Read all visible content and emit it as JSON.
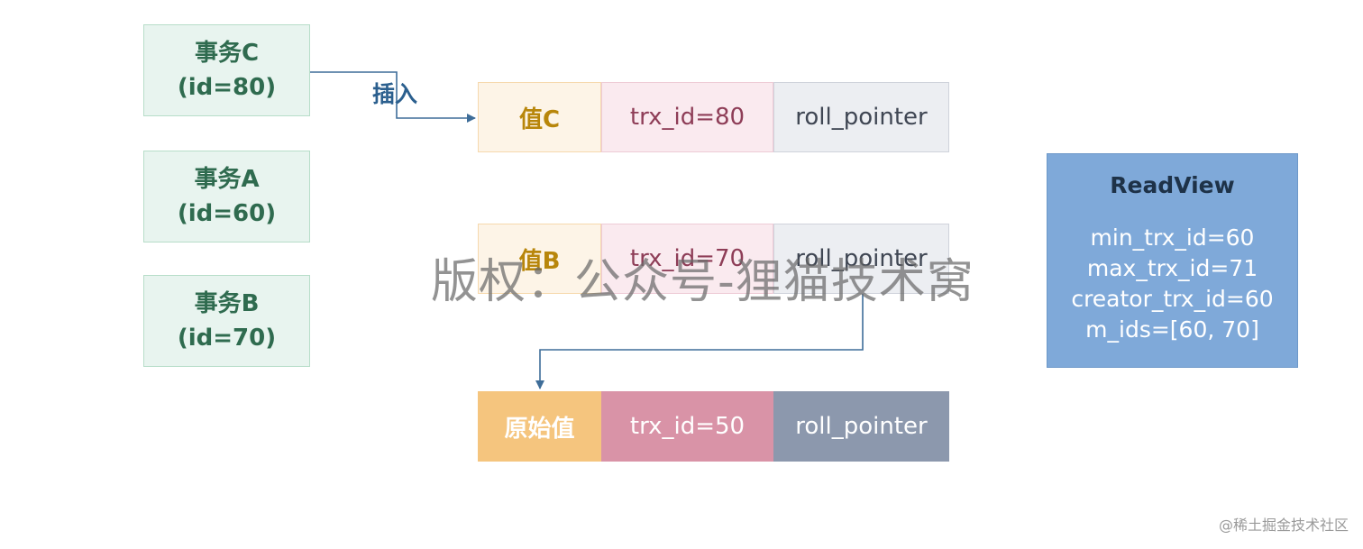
{
  "transactions": [
    {
      "name": "事务C",
      "id_text": "(id=80)"
    },
    {
      "name": "事务A",
      "id_text": "(id=60)"
    },
    {
      "name": "事务B",
      "id_text": "(id=70)"
    }
  ],
  "insert_label": "插入",
  "records": [
    {
      "value": "值C",
      "trx": "trx_id=80",
      "pointer": "roll_pointer"
    },
    {
      "value": "值B",
      "trx": "trx_id=70",
      "pointer": "roll_pointer"
    },
    {
      "value": "原始值",
      "trx": "trx_id=50",
      "pointer": "roll_pointer"
    }
  ],
  "readview": {
    "title": "ReadView",
    "min_trx_id": "min_trx_id=60",
    "max_trx_id": "max_trx_id=71",
    "creator_trx_id": "creator_trx_id=60",
    "m_ids": "m_ids=[60, 70]"
  },
  "watermark": "版权：公众号-狸猫技术窝",
  "credit": "@稀土掘金技术社区",
  "colors": {
    "arrow": "#3e6d99",
    "readview_bg": "#7fa9d9",
    "txn_bg": "#e8f4ef"
  }
}
